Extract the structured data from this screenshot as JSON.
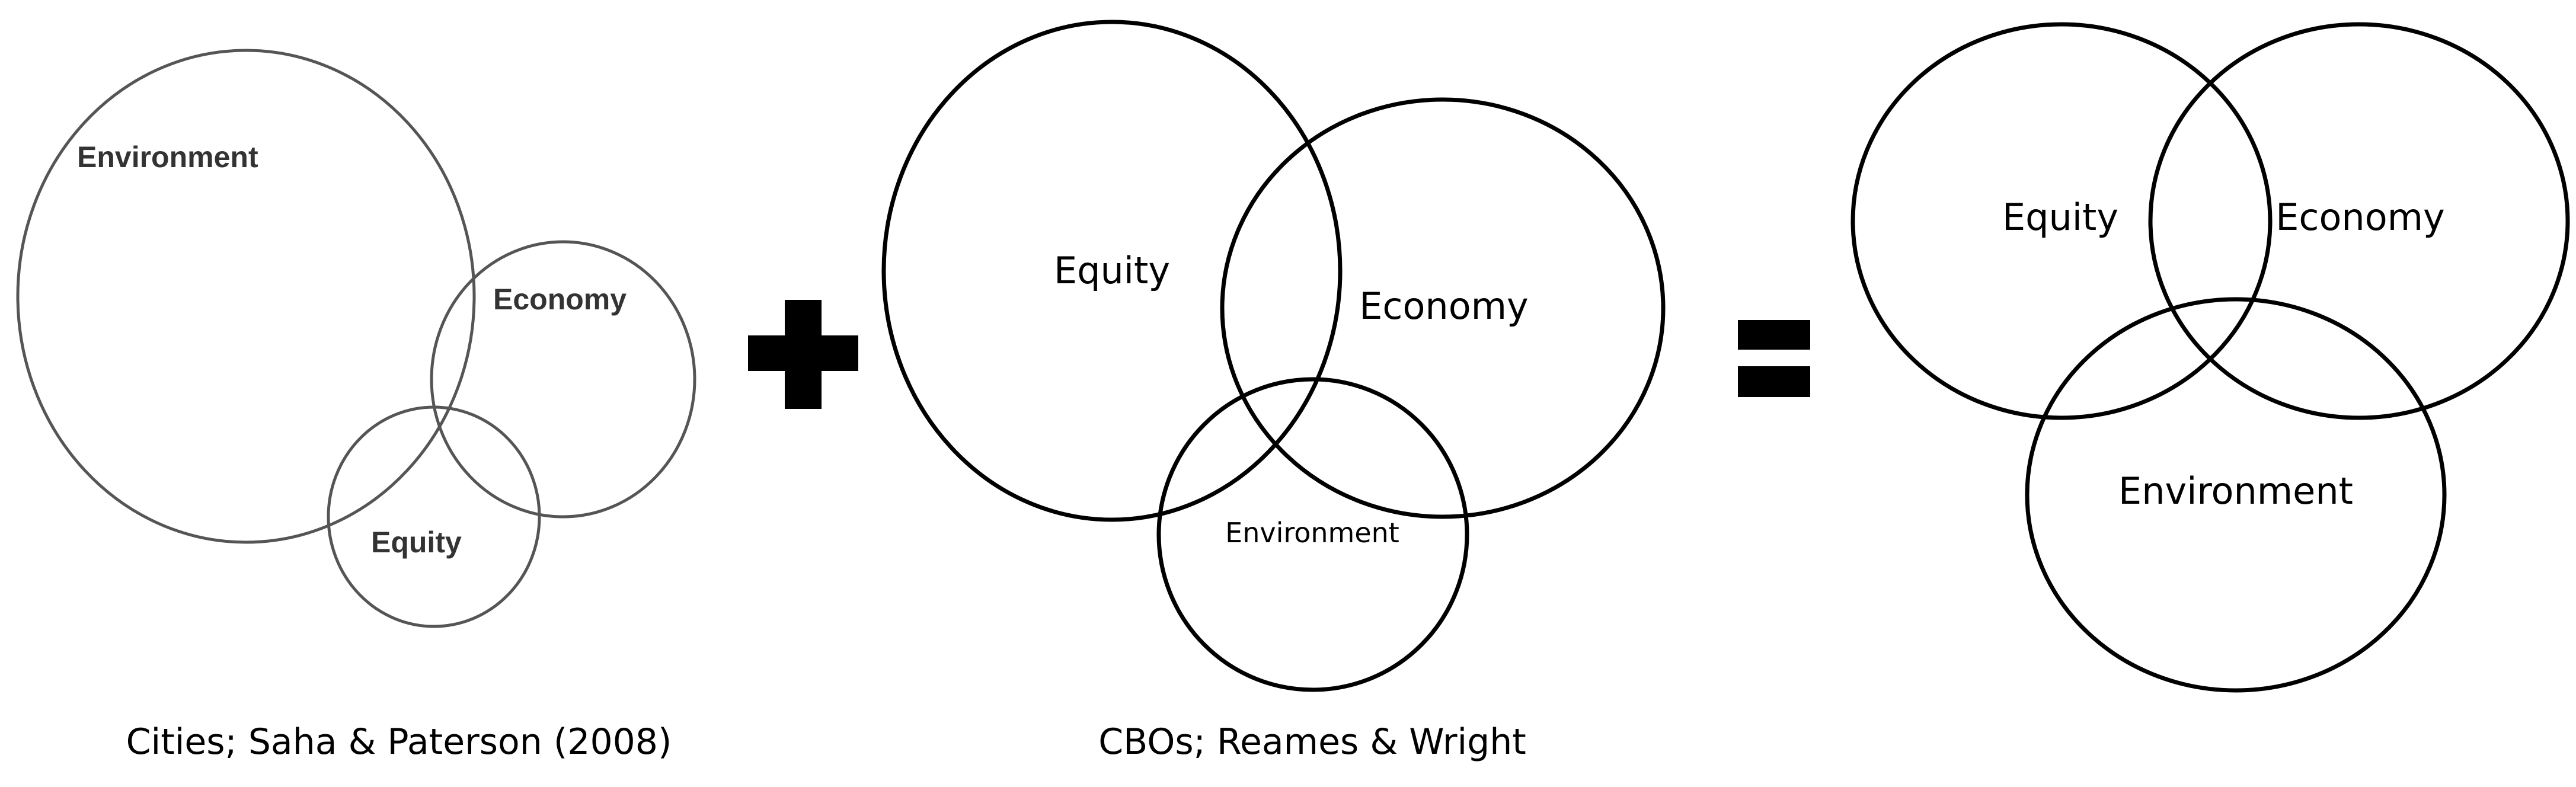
{
  "panel_left": {
    "labels": {
      "environment": "Environment",
      "economy": "Economy",
      "equity": "Equity"
    },
    "caption": "Cities; Saha & Paterson (2008)"
  },
  "panel_middle": {
    "labels": {
      "equity": "Equity",
      "economy": "Economy",
      "environment": "Environment"
    },
    "caption": "CBOs; Reames & Wright"
  },
  "panel_right": {
    "labels": {
      "equity": "Equity",
      "economy": "Economy",
      "environment": "Environment"
    }
  },
  "operators": {
    "plus": "plus-sign",
    "equals": "equals-sign"
  },
  "colors": {
    "stroke_left": "#555555",
    "stroke_bold": "#000000",
    "label_left": "#333333"
  }
}
